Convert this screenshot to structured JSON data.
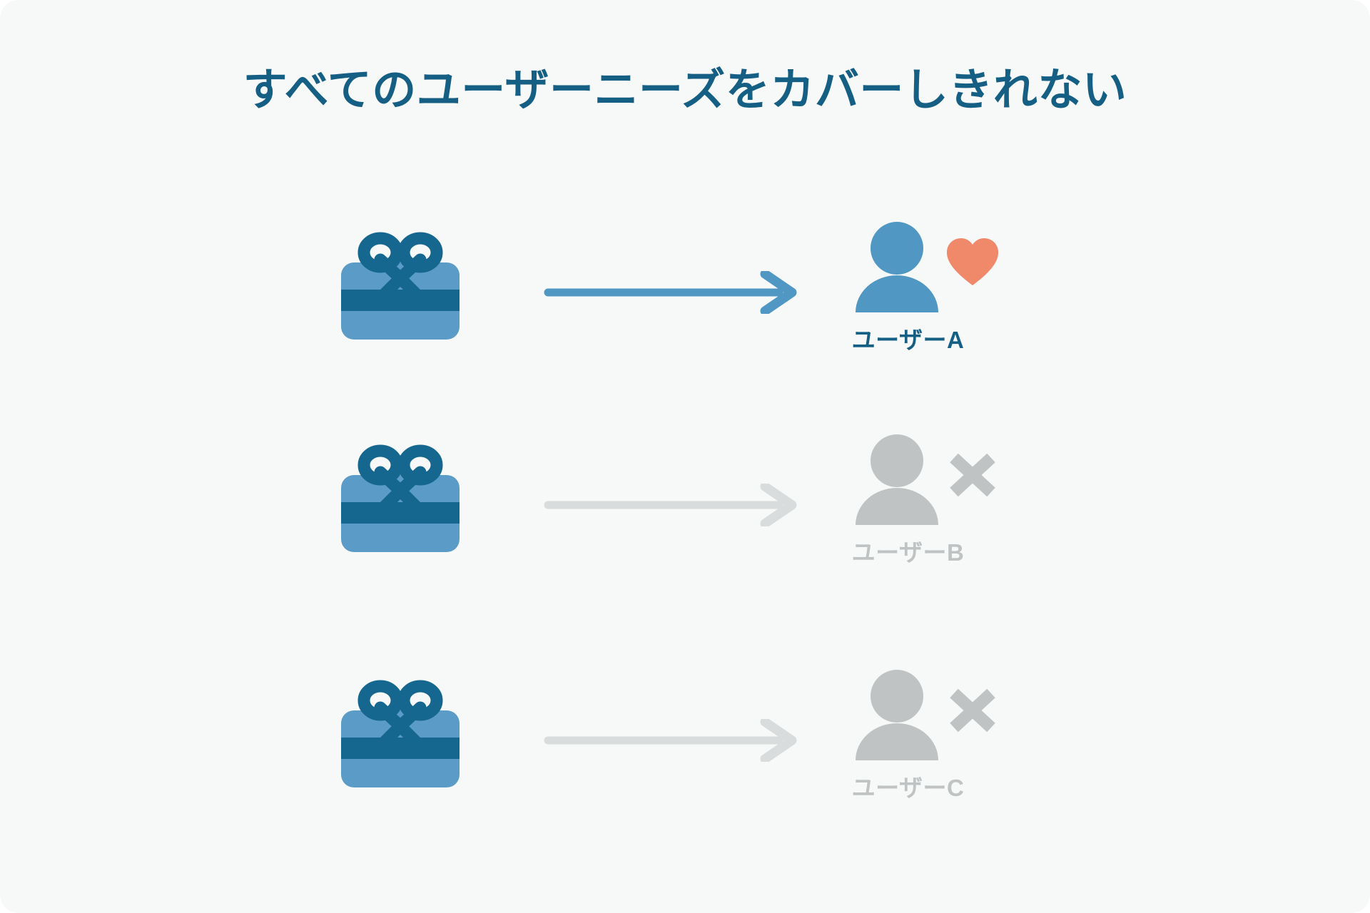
{
  "page": {
    "title": "すべてのユーザーニーズをカバーしきれない",
    "background_color": "#f7f8f8",
    "title_color": "#155f85"
  },
  "palette": {
    "deep_blue": "#15678f",
    "mid_blue": "#5097c4",
    "light_blue": "#5a9cc7",
    "heart_salmon": "#f0886a",
    "gray": "#bfc3c4",
    "arrow_gray": "#d9dcdd"
  },
  "rows": [
    {
      "gift_icon": "gift-icon",
      "arrow_icon": "arrow-right-icon",
      "arrow_state": "active",
      "person_icon": "person-icon",
      "person_state": "active",
      "badge_icon": "heart-icon",
      "label": "ユーザーA"
    },
    {
      "gift_icon": "gift-icon",
      "arrow_icon": "arrow-right-icon",
      "arrow_state": "inactive",
      "person_icon": "person-icon",
      "person_state": "inactive",
      "badge_icon": "cross-x-icon",
      "label": "ユーザーB"
    },
    {
      "gift_icon": "gift-icon",
      "arrow_icon": "arrow-right-icon",
      "arrow_state": "inactive",
      "person_icon": "person-icon",
      "person_state": "inactive",
      "badge_icon": "cross-x-icon",
      "label": "ユーザーC"
    }
  ]
}
